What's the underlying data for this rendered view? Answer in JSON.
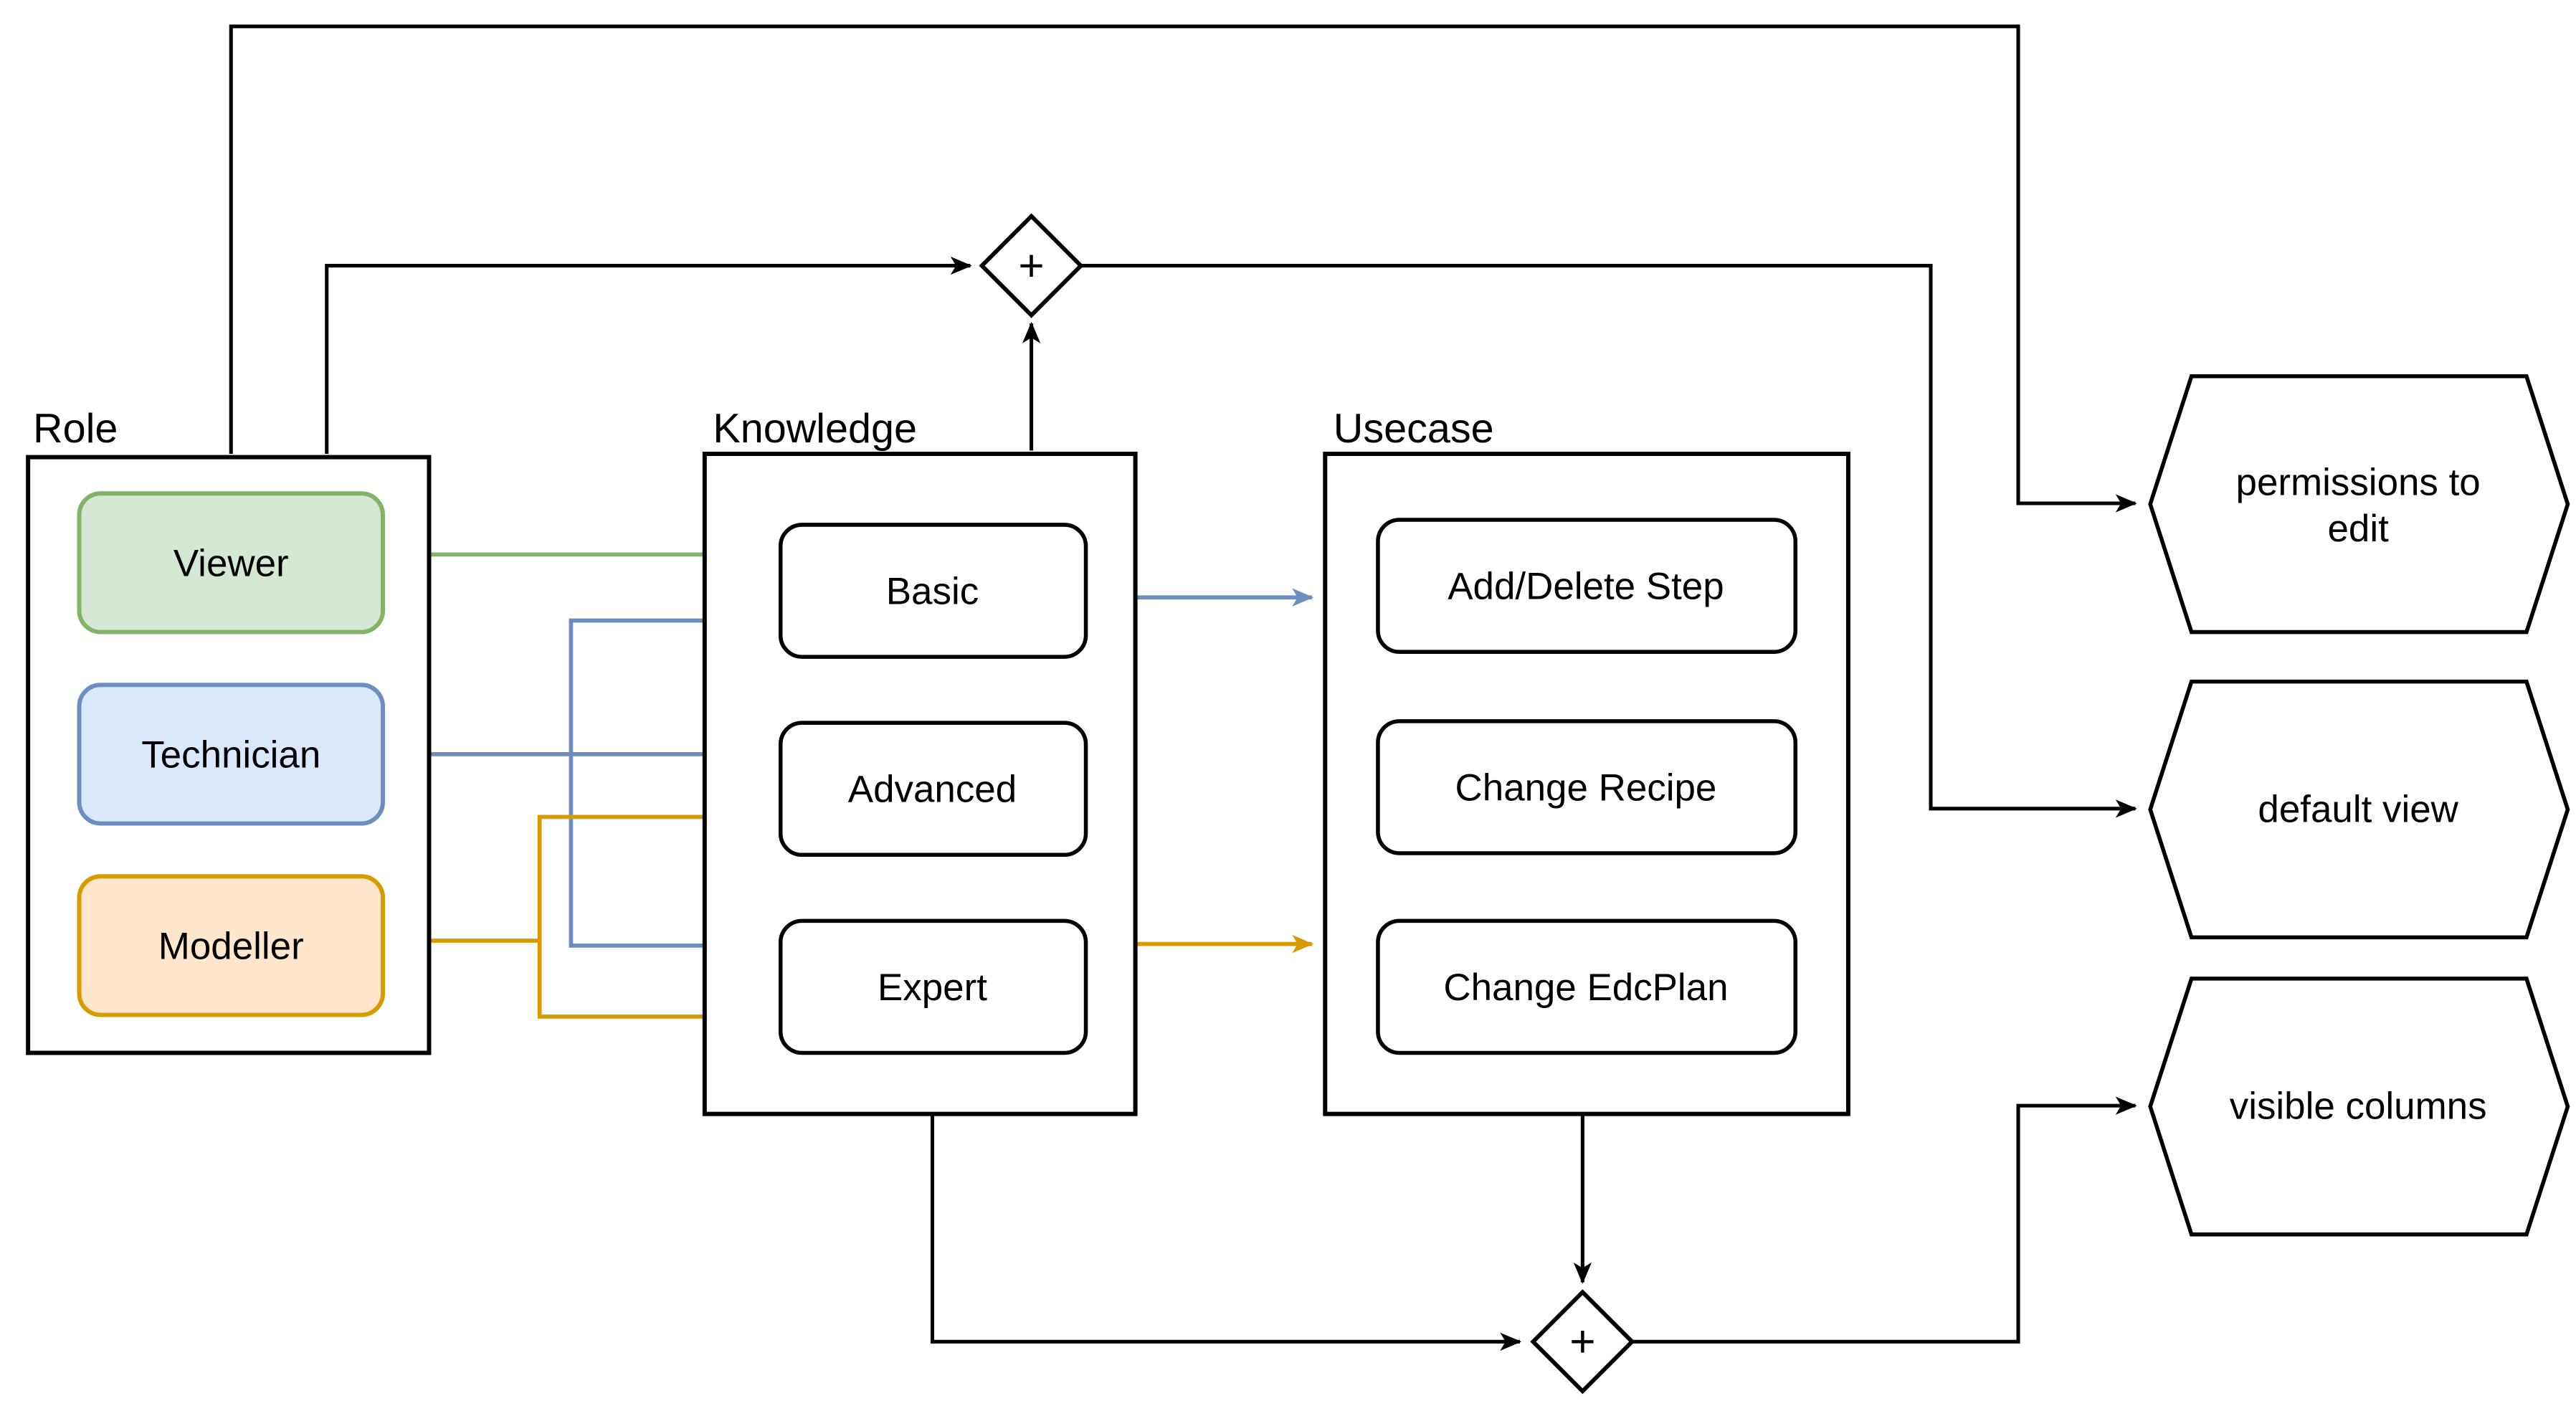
{
  "groups": {
    "role": {
      "label": "Role",
      "items": [
        {
          "label": "Viewer",
          "fill": "#d5e8d4",
          "stroke": "#82b366"
        },
        {
          "label": "Technician",
          "fill": "#dae8fc",
          "stroke": "#6c8ebf"
        },
        {
          "label": "Modeller",
          "fill": "#ffe6cc",
          "stroke": "#d79b00"
        }
      ]
    },
    "knowledge": {
      "label": "Knowledge",
      "items": [
        {
          "label": "Basic"
        },
        {
          "label": "Advanced"
        },
        {
          "label": "Expert"
        }
      ]
    },
    "usecase": {
      "label": "Usecase",
      "items": [
        {
          "label": "Add/Delete Step"
        },
        {
          "label": "Change Recipe"
        },
        {
          "label": "Change EdcPlan"
        }
      ]
    }
  },
  "outputs": [
    {
      "lines": [
        "permissions to",
        "edit"
      ]
    },
    {
      "lines": [
        "default view"
      ]
    },
    {
      "lines": [
        "visible columns"
      ]
    }
  ],
  "junctions": {
    "top": {
      "symbol": "+"
    },
    "bottom": {
      "symbol": "+"
    }
  },
  "colors": {
    "edge_black": "#000000",
    "edge_viewer": "#82b366",
    "edge_technician": "#6c8ebf",
    "edge_modeller": "#d79b00"
  }
}
